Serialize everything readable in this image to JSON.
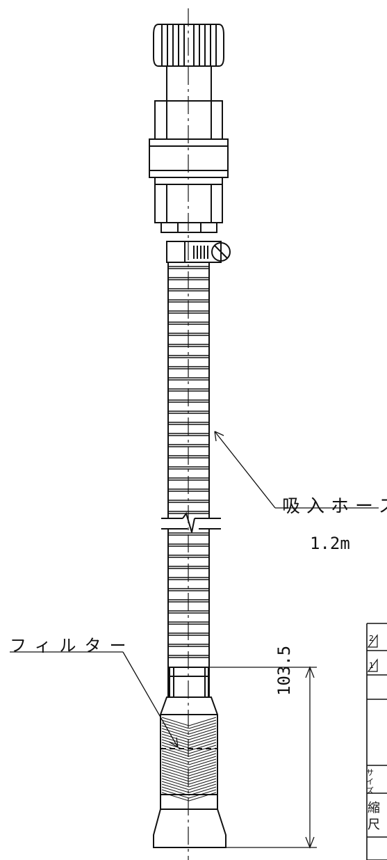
{
  "labels": {
    "hose": "吸入ホース",
    "hose_length": "1.2m",
    "filter": "フィルター",
    "filter_dim": "103.5"
  },
  "title_block": {
    "rev_2": "2",
    "rev_1": "1",
    "size_label": "サイズ",
    "scale_label": "縮尺"
  }
}
